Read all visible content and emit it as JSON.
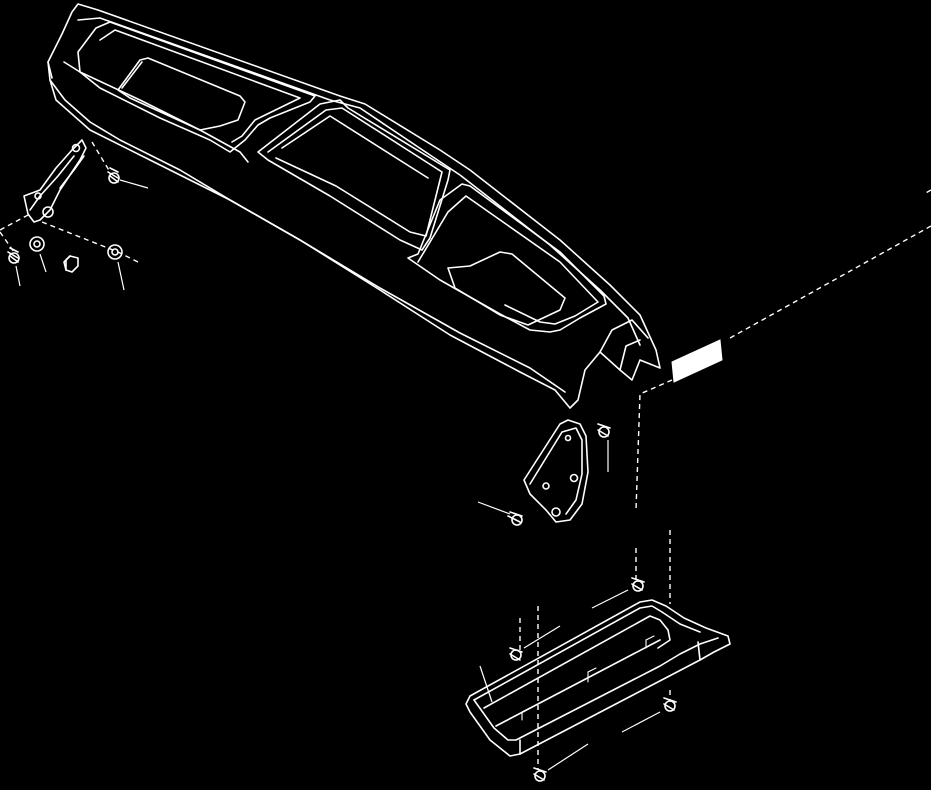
{
  "diagram": {
    "background": "#000000",
    "line_color": "#ffffff",
    "parts": [
      {
        "name": "console"
      },
      {
        "name": "front-bracket"
      },
      {
        "name": "rear-bracket"
      },
      {
        "name": "rear-tray"
      },
      {
        "name": "label-plate"
      },
      {
        "name": "screws"
      },
      {
        "name": "washers"
      },
      {
        "name": "clip"
      }
    ]
  }
}
